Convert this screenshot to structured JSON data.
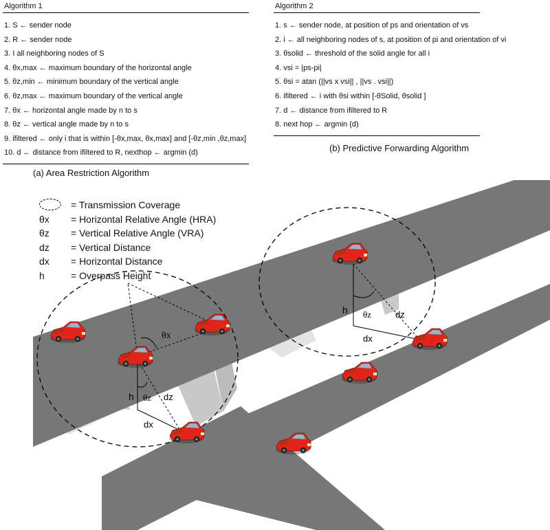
{
  "algorithm1": {
    "title": "Algorithm 1",
    "lines": [
      "1. S ← sender node",
      "2. R ← sender node",
      "3. I all neighboring nodes of S",
      "4. θx,max ← maximum boundary of the horizontal angle",
      "5. θz,min ← minimum boundary of the vertical angle",
      "6. θz,max ← maximum boundary of the vertical angle",
      "7. θx ← horizontal angle made by n to s",
      "8. θz ← vertical angle made by n to s",
      "9. ifiltered ← only i that is within [-θx,max, θx,max] and [-θz,min ,θz,max]",
      "10. d ← distance from ifiltered to R, nexthop ← argmin (d)"
    ],
    "caption": "(a) Area Restriction Algorithm"
  },
  "algorithm2": {
    "title": "Algorithm 2",
    "lines": [
      "1. s ← sender node, at position of ps and orientation of vs",
      "2. i ← all neighboring nodes of s, at position of pi and orientation of vi",
      "3. θsolid ← threshold of the solid angle for all i",
      "4. vsi = |ps-pi|",
      "5. θsi = atan (||vs x vsi|| , ||vs . vsi||)",
      "6. ifiltered ← i with θsi within [-θSolid, θsolid ]",
      "7. d ← distance from ifiltered to R",
      "8. next hop ← argmin (d)"
    ],
    "caption": "(b) Predictive Forwarding Algorithm"
  },
  "legend": [
    {
      "symbol": "",
      "text": "= Transmission Coverage"
    },
    {
      "symbol": "θx",
      "text": "= Horizontal Relative Angle (HRA)"
    },
    {
      "symbol": "θz",
      "text": "= Vertical Relative Angle (VRA)"
    },
    {
      "symbol": "dz",
      "text": "= Vertical Distance"
    },
    {
      "symbol": "dx",
      "text": "= Horizontal Distance"
    },
    {
      "symbol": "h",
      "text": "= Overpass Height"
    }
  ],
  "diagram_labels": {
    "theta_x": "θx",
    "h_left": "h",
    "theta_z_left": "θz",
    "dz_left": "dz",
    "dx_left": "dx",
    "h_right": "h",
    "theta_z_right": "θz",
    "dz_right": "dz",
    "dx_right": "dx"
  },
  "colors": {
    "road": "#777777",
    "pillar_light": "#e6e6e6",
    "pillar_mid": "#cfcfcf",
    "pillar_dark": "#bdbdbd",
    "car_body": "#e2251b",
    "car_dark": "#a81810"
  }
}
